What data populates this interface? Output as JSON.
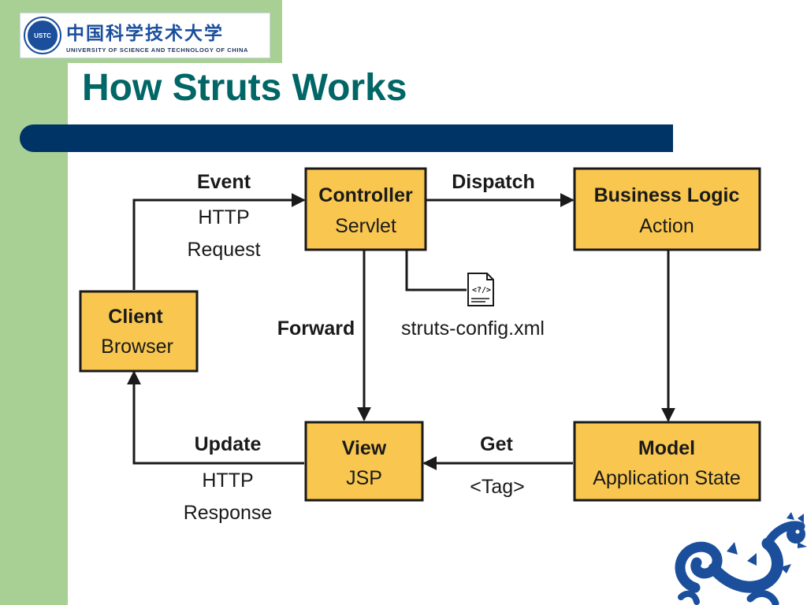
{
  "header": {
    "logo_cn": "中国科学技术大学",
    "logo_en": "UNIVERSITY OF SCIENCE AND TECHNOLOGY OF CHINA",
    "seal_text": "USTC"
  },
  "title": "How Struts Works",
  "colors": {
    "side_band": "#a8cf94",
    "title_text": "#006666",
    "title_bar": "#003366",
    "box_fill": "#f9c74f",
    "dragon": "#1b4f9c"
  },
  "diagram": {
    "nodes": {
      "client": {
        "title": "Client",
        "subtitle": "Browser"
      },
      "controller": {
        "title": "Controller",
        "subtitle": "Servlet"
      },
      "business": {
        "title": "Business Logic",
        "subtitle": "Action"
      },
      "view": {
        "title": "View",
        "subtitle": "JSP"
      },
      "model": {
        "title": "Model",
        "subtitle": "Application State"
      }
    },
    "edges": {
      "event": {
        "label": "Event",
        "sub1": "HTTP",
        "sub2": "Request"
      },
      "dispatch": {
        "label": "Dispatch"
      },
      "forward": {
        "label": "Forward"
      },
      "config": {
        "label": "struts-config.xml",
        "icon": "xml-document-icon"
      },
      "get": {
        "label": "Get",
        "sub1": "<Tag>"
      },
      "update": {
        "label": "Update",
        "sub1": "HTTP",
        "sub2": "Response"
      }
    }
  },
  "decorations": {
    "dragon_icon": "dragon-emblem-icon"
  }
}
